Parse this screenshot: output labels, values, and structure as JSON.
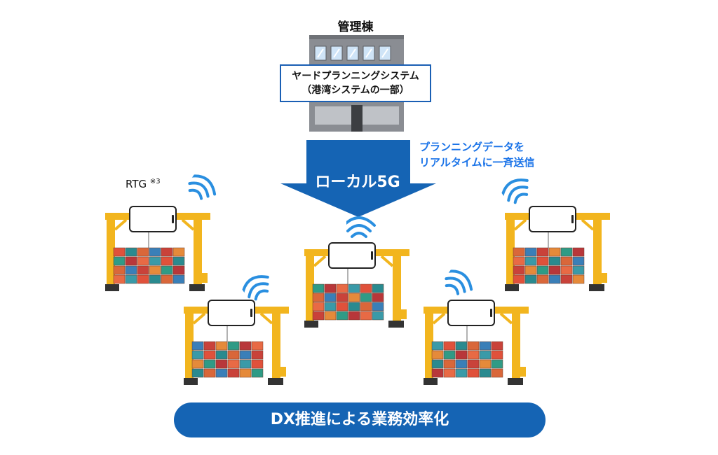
{
  "building": {
    "label": "管理棟",
    "system_line1": "ヤードプランニングシステム",
    "system_line2": "（港湾システムの一部）"
  },
  "network": {
    "arrow_label": "ローカル5G",
    "note_line1": "プランニングデータを",
    "note_line2": "リアルタイムに一斉送信"
  },
  "rtg": {
    "label": "RTG",
    "footnote": "※3"
  },
  "result": {
    "label": "DX推進による業務効率化"
  },
  "colors": {
    "brand_blue": "#1564b4",
    "wave_blue": "#2a8fe0",
    "crane_yellow": "#f2b51e"
  }
}
